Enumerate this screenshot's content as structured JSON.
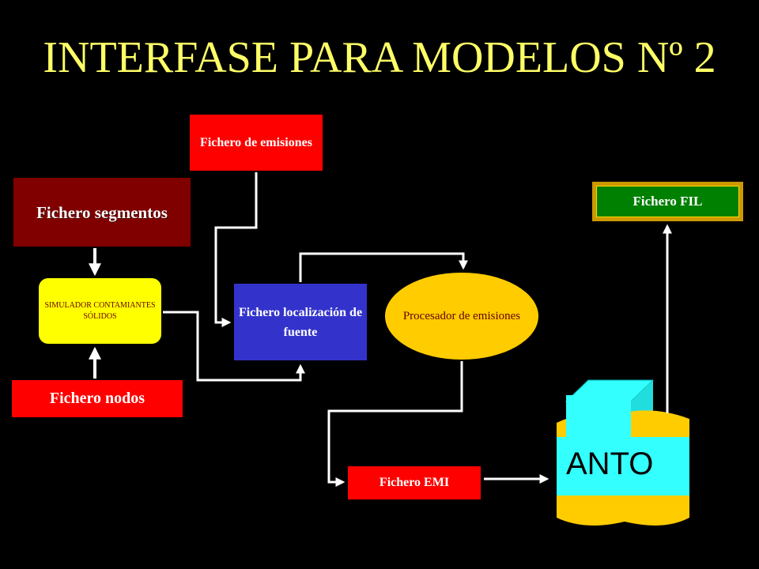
{
  "title": "INTERFASE PARA MODELOS Nº 2",
  "nodes": {
    "fichero_emisiones": "Fichero de emisiones",
    "fichero_segmentos": "Fichero segmentos",
    "fichero_fil": "Fichero FIL",
    "simulador": "SIMULADOR CONTAMIANTES SÓLIDOS",
    "fichero_localizacion": "Fichero localización de fuente",
    "procesador": "Procesador de emisiones",
    "fichero_nodos": "Fichero nodos",
    "fichero_emi": "Fichero EMI",
    "anto": "ANTO"
  },
  "colors": {
    "background": "#000000",
    "title": "#ffff66",
    "red_box": "#ff0000",
    "dark_red_box": "#800000",
    "green_box": "#008000",
    "yellow_box": "#ffff00",
    "blue_box": "#3333cc",
    "orange_ellipse": "#ffcc00",
    "cylinder_yellow": "#ffcc00",
    "cylinder_band": "#33ffff",
    "connector": "#ffffff"
  },
  "icons": {
    "database": "cylinder-icon"
  }
}
